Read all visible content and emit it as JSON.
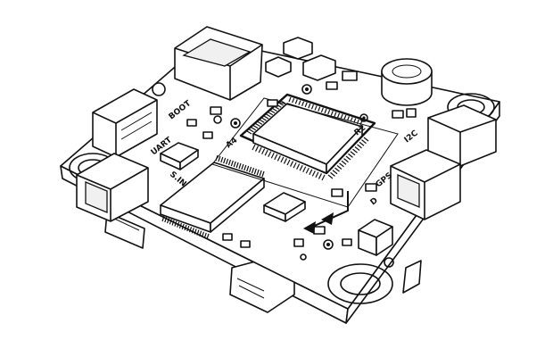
{
  "board": {
    "labels": {
      "boot": "BOOT",
      "uart": "UART",
      "gps": "GPS",
      "sin": "S.IN",
      "i2c": "I2C",
      "a4": "A4",
      "r2": "R2",
      "d": "D"
    }
  }
}
